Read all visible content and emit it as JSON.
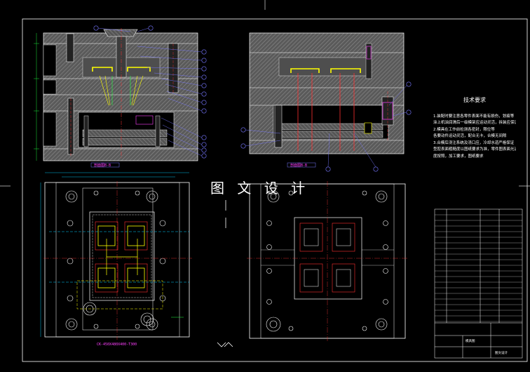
{
  "watermark": "图 文 设 计",
  "notes": {
    "title": "技术要求",
    "lines": [
      "1.装配时要注意各零件表面不能有损伤，划痕等",
      "涂上机油润滑后一级模架应运动灵活，拆装应保证",
      "2.模具在工作前检测各密封，限位等",
      "各要动件运动灵活，配合无卡，合模无间隙",
      "3.合模后浇注系统及浇口应，冷却水道严格保证",
      "型腔表面粗糙度以图纸要求为准，零件图表面光洁",
      "度按照，加工要求，图纸要求"
    ]
  },
  "labels": {
    "section_a": "剖面图B-B",
    "section_b": "剖面图B-B",
    "plan_note": "CK-450X480X400-T300"
  },
  "title_block": {
    "name": "模具图",
    "company": "图文设计"
  },
  "colors": {
    "background": "#000000",
    "hatch": "#6f6f6f",
    "outline": "#ffffff",
    "balloon": "#7777ff",
    "dimension": "#00d0ff",
    "center": "#ff3030",
    "cavity": "#ffff00",
    "highlight": "#ff40ff",
    "green": "#20ff40"
  }
}
